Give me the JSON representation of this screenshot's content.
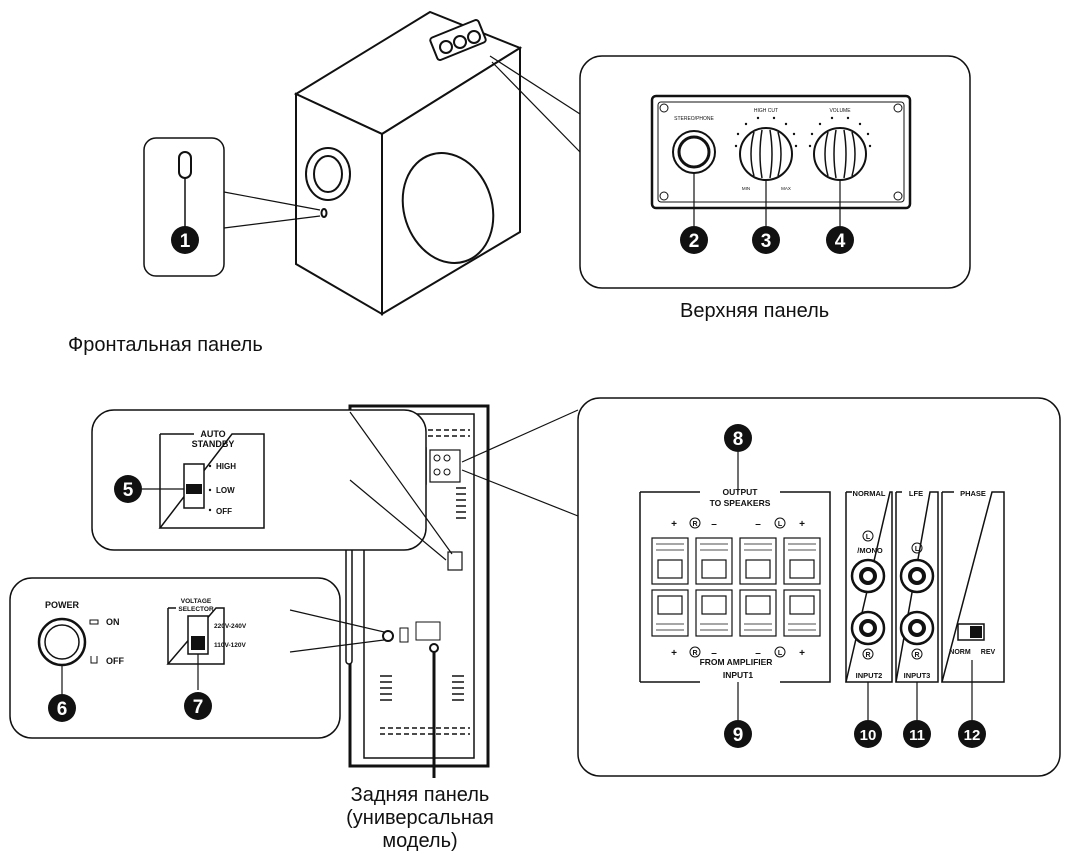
{
  "captions": {
    "front_panel": "Фронтальная панель",
    "top_panel": "Верхняя панель",
    "rear_panel_line1": "Задняя панель",
    "rear_panel_line2": "(универсальная",
    "rear_panel_line3": "модель)"
  },
  "callouts": [
    "1",
    "2",
    "3",
    "4",
    "5",
    "6",
    "7",
    "8",
    "9",
    "10",
    "11",
    "12"
  ],
  "top_panel_labels": {
    "stereo": "STEREO/PHONE",
    "high_cut": "HIGH CUT",
    "volume": "VOLUME",
    "high_cut_min": "MIN",
    "high_cut_max": "MAX"
  },
  "auto_standby": {
    "title1": "AUTO",
    "title2": "STANDBY",
    "opt_high": "HIGH",
    "opt_low": "LOW",
    "opt_off": "OFF"
  },
  "power": {
    "title": "POWER",
    "on": "ON",
    "off": "OFF"
  },
  "voltage": {
    "title1": "VOLTAGE",
    "title2": "SELECTOR",
    "opt1": "220V-240V",
    "opt2": "110V-120V"
  },
  "terminals": {
    "output1": "OUTPUT",
    "output2": "TO SPEAKERS",
    "from_amp": "FROM AMPLIFIER",
    "input1": "INPUT1",
    "normal": "NORMAL",
    "mono": "/MONO",
    "input2": "INPUT2",
    "lfe": "LFE",
    "input3": "INPUT3",
    "phase": "PHASE",
    "norm": "NORM",
    "rev": "REV",
    "left": "L",
    "right": "R",
    "plus": "+",
    "minus": "–"
  },
  "colors": {
    "line": "#111111",
    "callout_fill": "#111111",
    "callout_text": "#ffffff",
    "panel_bg": "#ffffff"
  }
}
